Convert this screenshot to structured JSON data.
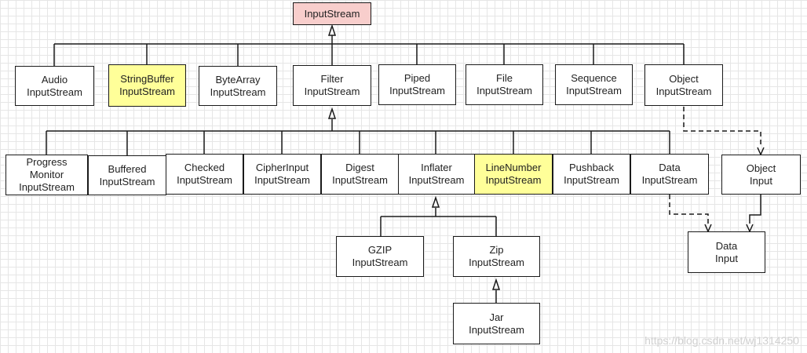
{
  "diagram": {
    "title": "InputStream",
    "nodes": {
      "input_stream": "InputStream",
      "audio": "Audio\nInputStream",
      "string_buffer": "StringBuffer\nInputStream",
      "byte_array": "ByteArray\nInputStream",
      "filter": "Filter\nInputStream",
      "piped": "Piped\nInputStream",
      "file": "File\nInputStream",
      "sequence": "Sequence\nInputStream",
      "object": "Object\nInputStream",
      "progress_monitor": "Progress\nMonitor\nInputStream",
      "buffered": "Buffered\nInputStream",
      "checked": "Checked\nInputStream",
      "cipher": "CipherInput\nInputStream",
      "digest": "Digest\nInputStream",
      "inflater": "Inflater\nInputStream",
      "line_number": "LineNumber\nInputStream",
      "pushback": "Pushback\nInputStream",
      "data": "Data\nInputStream",
      "object_input": "Object\nInput",
      "data_input": "Data\nInput",
      "gzip": "GZIP\nInputStream",
      "zip": "Zip\nInputStream",
      "jar": "Jar\nInputStream"
    },
    "relations": [
      {
        "from": "audio",
        "to": "input_stream",
        "kind": "extends"
      },
      {
        "from": "string_buffer",
        "to": "input_stream",
        "kind": "extends"
      },
      {
        "from": "byte_array",
        "to": "input_stream",
        "kind": "extends"
      },
      {
        "from": "filter",
        "to": "input_stream",
        "kind": "extends"
      },
      {
        "from": "piped",
        "to": "input_stream",
        "kind": "extends"
      },
      {
        "from": "file",
        "to": "input_stream",
        "kind": "extends"
      },
      {
        "from": "sequence",
        "to": "input_stream",
        "kind": "extends"
      },
      {
        "from": "object",
        "to": "input_stream",
        "kind": "extends"
      },
      {
        "from": "progress_monitor",
        "to": "filter",
        "kind": "extends"
      },
      {
        "from": "buffered",
        "to": "filter",
        "kind": "extends"
      },
      {
        "from": "checked",
        "to": "filter",
        "kind": "extends"
      },
      {
        "from": "cipher",
        "to": "filter",
        "kind": "extends"
      },
      {
        "from": "digest",
        "to": "filter",
        "kind": "extends"
      },
      {
        "from": "inflater",
        "to": "filter",
        "kind": "extends"
      },
      {
        "from": "line_number",
        "to": "filter",
        "kind": "extends"
      },
      {
        "from": "pushback",
        "to": "filter",
        "kind": "extends"
      },
      {
        "from": "data",
        "to": "filter",
        "kind": "extends"
      },
      {
        "from": "gzip",
        "to": "inflater",
        "kind": "extends"
      },
      {
        "from": "zip",
        "to": "inflater",
        "kind": "extends"
      },
      {
        "from": "jar",
        "to": "zip",
        "kind": "extends"
      },
      {
        "from": "object",
        "to": "object_input",
        "kind": "implements"
      },
      {
        "from": "data",
        "to": "data_input",
        "kind": "implements"
      },
      {
        "from": "object_input",
        "to": "data_input",
        "kind": "extends"
      }
    ],
    "colors": {
      "highlight_yellow": "#ffff99",
      "highlight_red": "#f8cecc",
      "line": "#1a1a1a",
      "grid": "#e6e6e6"
    }
  },
  "watermark": "https://blog.csdn.net/wj1314250"
}
